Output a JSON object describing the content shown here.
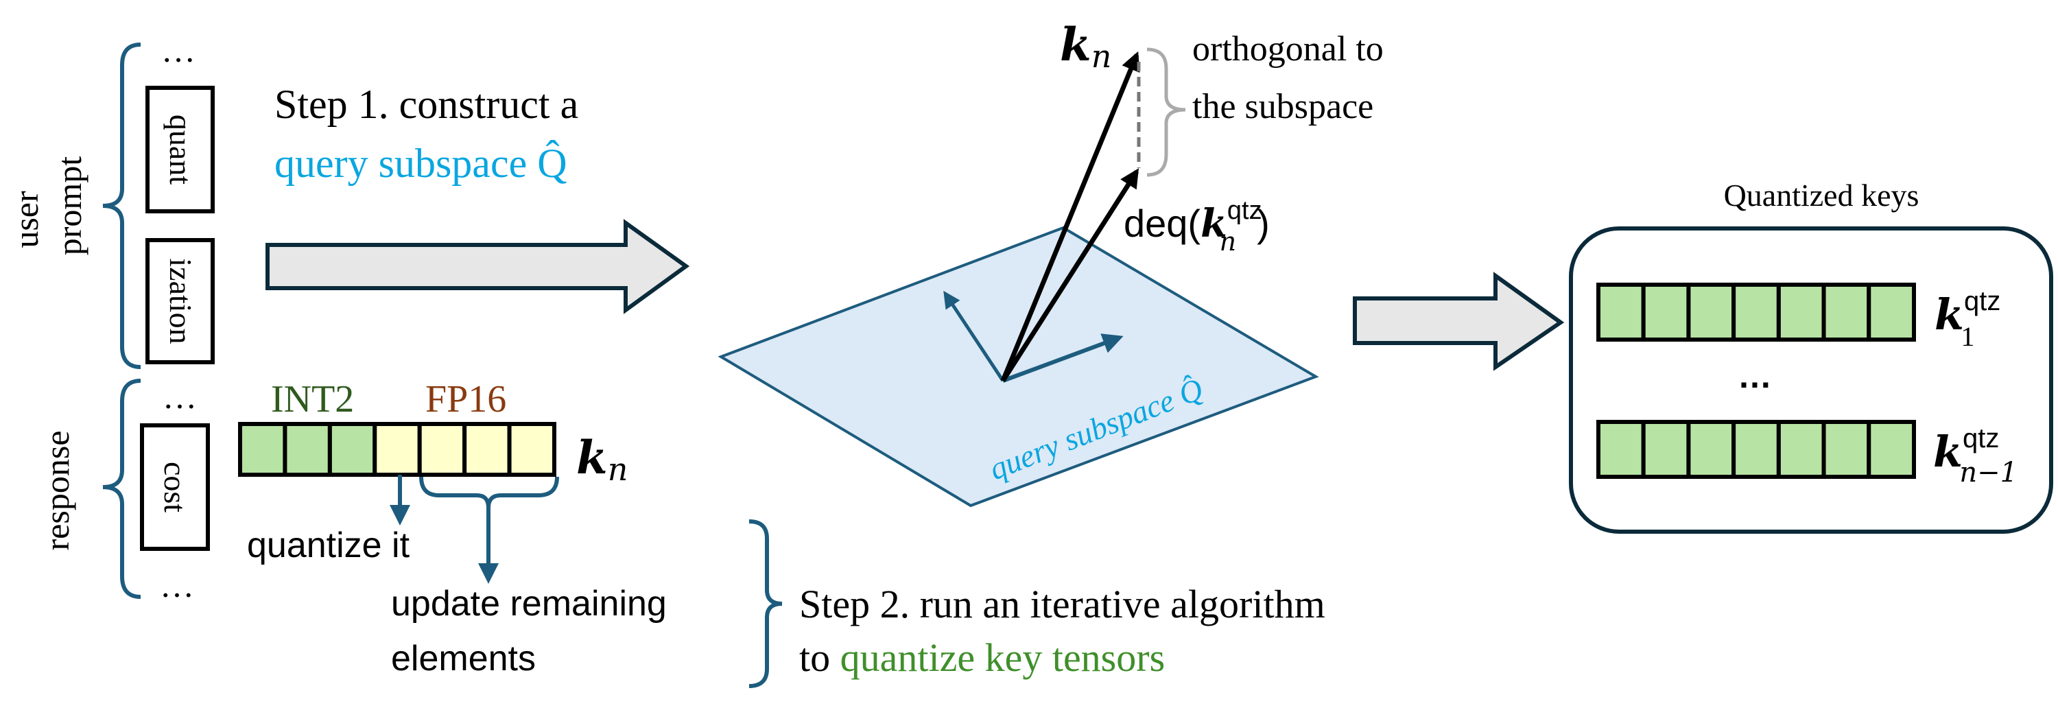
{
  "colors": {
    "teal": "#1d5c7e",
    "cyan": "#0aa6e0",
    "int2_green": "#2f5a1e",
    "fp16_brown": "#8a3a10",
    "quantized_cell": "#b7e3a4",
    "fp16_cell": "#ffffcc",
    "plane_fill": "#dce9f6",
    "arrow_fill": "#e7e7e7",
    "step2_green": "#3f8f2a"
  },
  "left": {
    "user_label": "user",
    "prompt_label": "prompt",
    "response_label": "response",
    "ellipsis": "…",
    "tokens": [
      "quant",
      "ization",
      "cost"
    ]
  },
  "step1": {
    "line1": "Step 1. construct a",
    "line2": "query subspace Q̂"
  },
  "key_vector": {
    "int2_label": "INT2",
    "fp16_label": "FP16",
    "cells": [
      "int2",
      "int2",
      "int2",
      "fp16",
      "fp16",
      "fp16",
      "fp16"
    ],
    "label_main": "k",
    "label_sub": "n",
    "quantize_label": "quantize it",
    "update_line1": "update remaining",
    "update_line2": "elements"
  },
  "step2": {
    "line1": "Step 2. run an iterative algorithm",
    "line2_prefix": "to ",
    "line2_highlight": "quantize key tensors"
  },
  "geometry_panel": {
    "kn_main": "k",
    "kn_sub": "n",
    "orth_line1": "orthogonal to",
    "orth_line2": "the subspace",
    "deq_prefix": "deq(",
    "deq_main": "k",
    "deq_sup": "qtz",
    "deq_sub": "n",
    "deq_suffix": ")",
    "plane_label": "query subspace Q̂"
  },
  "quantized_keys": {
    "title": "Quantized keys",
    "ellipsis": "…",
    "rows": [
      {
        "main": "k",
        "sup": "qtz",
        "sub": "1"
      },
      {
        "main": "k",
        "sup": "qtz",
        "sub": "n−1"
      }
    ]
  }
}
